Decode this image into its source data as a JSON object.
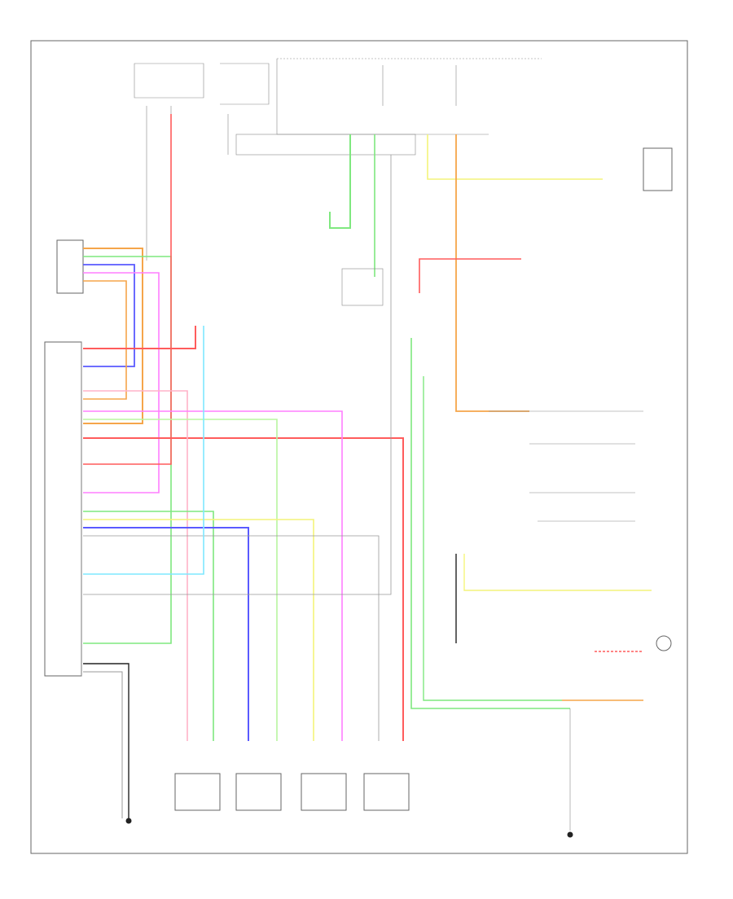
{
  "diagram": {
    "type": "wiring-schematic",
    "footer_code": "",
    "colors": {
      "red": "#ff5c5c",
      "pink": "#ffb3c8",
      "orange": "#f5a54a",
      "blue": "#5a5aff",
      "cyan": "#7fe8ff",
      "green": "#7fe87f",
      "yellow": "#f4f47a",
      "gray": "#999999",
      "black": "#222222",
      "magenta": "#ff7fff",
      "light_green": "#b8f5a0"
    },
    "blocks": [
      {
        "id": "main-unit"
      },
      {
        "id": "combination-switch"
      },
      {
        "id": "top-fuse-box"
      },
      {
        "id": "right-connector-block"
      },
      {
        "id": "sensor-1"
      },
      {
        "id": "sensor-2"
      },
      {
        "id": "sensor-3"
      },
      {
        "id": "sensor-4"
      },
      {
        "id": "ground-left"
      },
      {
        "id": "ground-right"
      }
    ]
  }
}
